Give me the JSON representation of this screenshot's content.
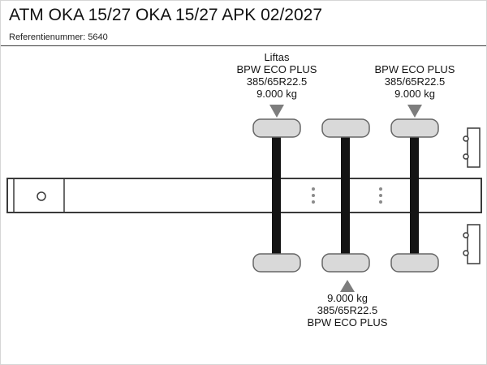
{
  "header": {
    "title": "ATM OKA 15/27 OKA 15/27 APK 02/2027",
    "reference_label": "Referentienummer:",
    "reference_value": "5640"
  },
  "labels": {
    "front": {
      "line1": "Liftas",
      "line2": "BPW ECO PLUS",
      "line3": "385/65R22.5",
      "line4": "9.000 kg"
    },
    "rear": {
      "line1": "BPW ECO PLUS",
      "line2": "385/65R22.5",
      "line3": "9.000 kg"
    },
    "bottom": {
      "line1": "9.000 kg",
      "line2": "385/65R22.5",
      "line3": "BPW ECO PLUS"
    }
  },
  "icons": {
    "front_axle_pointer": "arrow-down",
    "rear_axle_pointer": "arrow-down",
    "middle_axle_pointer": "arrow-up"
  },
  "colors": {
    "axle": "#141414",
    "tire": "#d9d9d9",
    "pointer": "#7d7d7d",
    "outline": "#3a3a3a"
  }
}
